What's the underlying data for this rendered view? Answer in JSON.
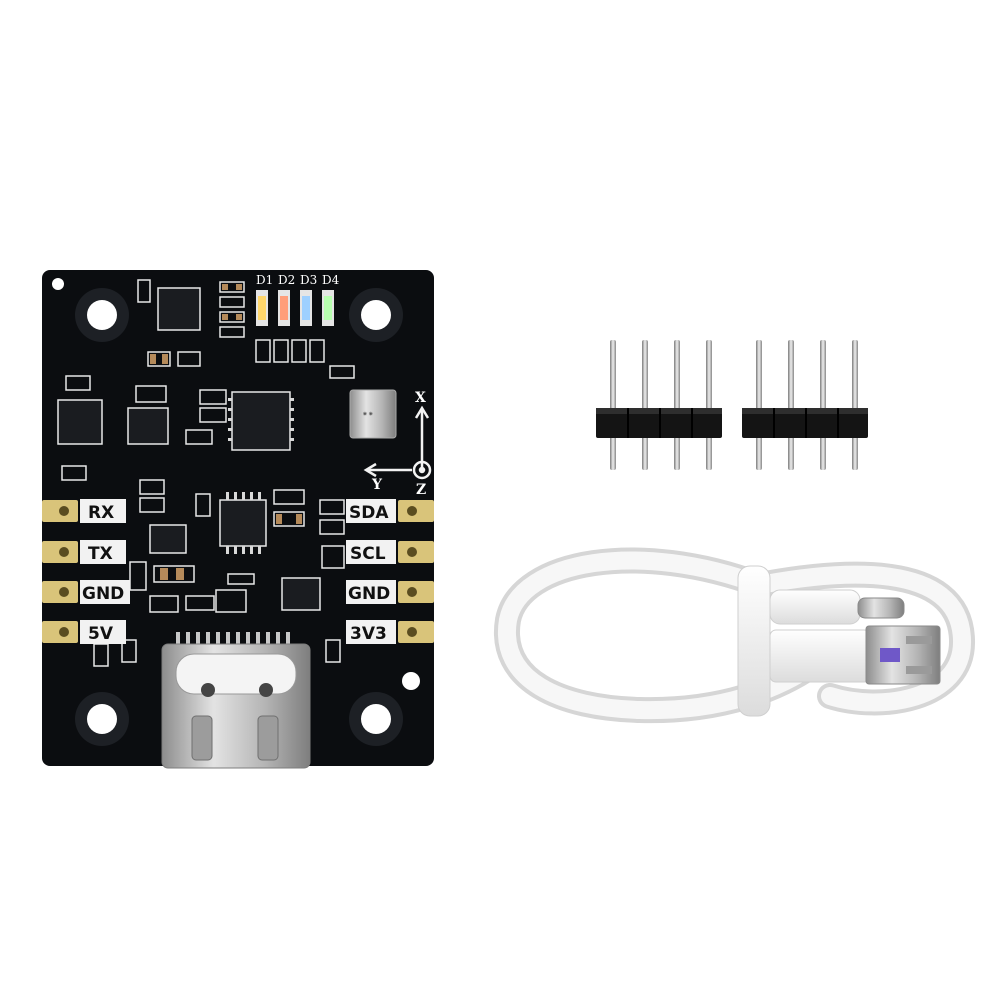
{
  "board": {
    "left_pins": [
      "RX",
      "TX",
      "GND",
      "5V"
    ],
    "right_pins": [
      "SDA",
      "SCL",
      "GND",
      "3V3"
    ],
    "led_labels": [
      "D1",
      "D2",
      "D3",
      "D4"
    ],
    "axis_labels": {
      "x": "X",
      "y": "Y",
      "z": "Z"
    }
  },
  "colors": {
    "pcb": "#0b0d10",
    "pad_gold": "#d9c47a",
    "silkscreen": "#f2f2f2",
    "usb_metal": "#c9c9c9",
    "cable": "#f4f4f4"
  },
  "items": [
    "pcb-module",
    "pin-header-4pin",
    "pin-header-4pin",
    "usb-c-cable"
  ]
}
